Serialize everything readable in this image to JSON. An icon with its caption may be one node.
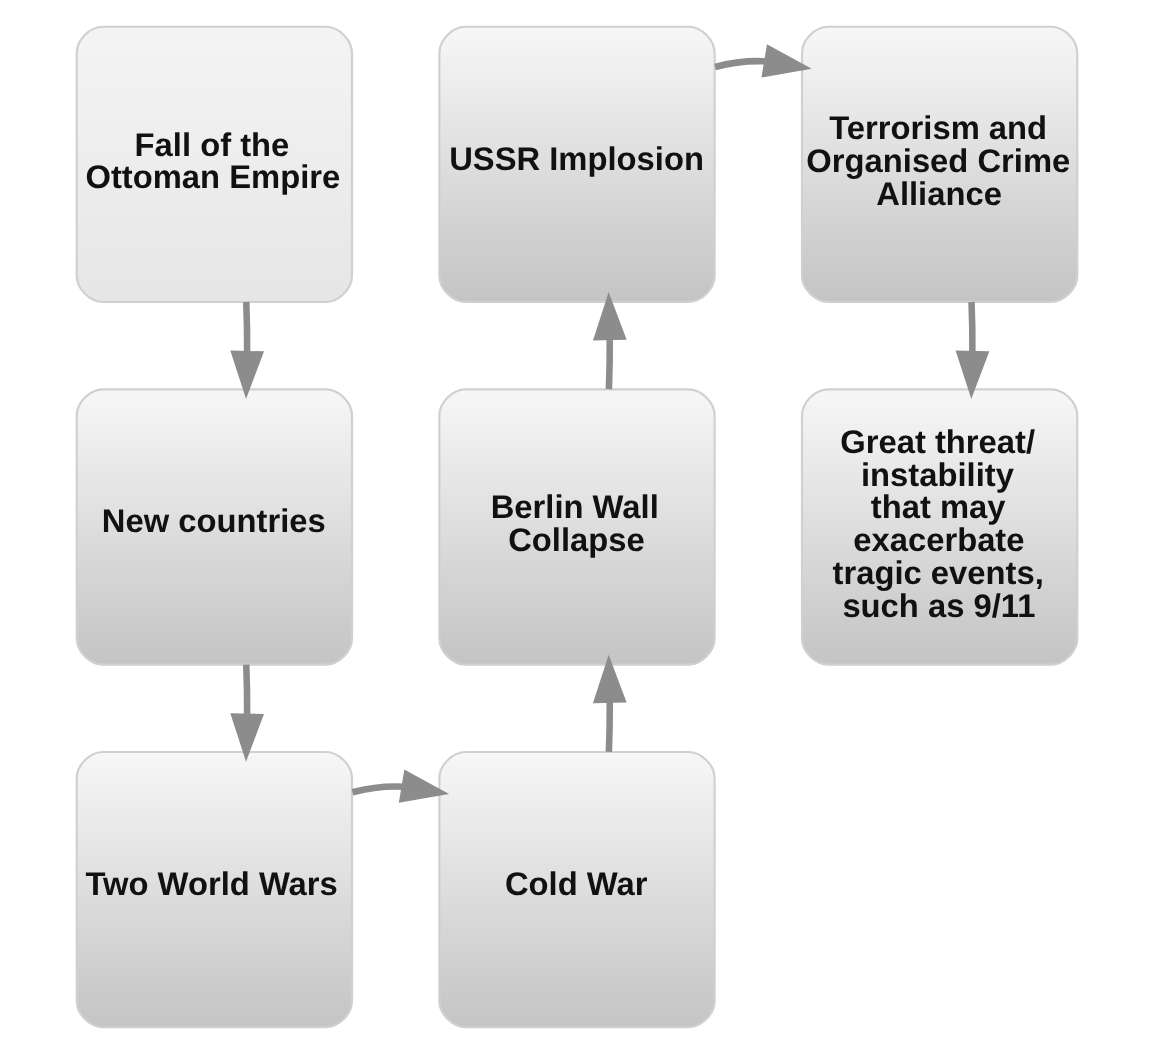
{
  "diagram": {
    "nodes": [
      {
        "text": [
          "Fall of the Ottoman Empire"
        ]
      },
      {
        "text": [
          "New countries"
        ]
      },
      {
        "text": [
          "Two World Wars"
        ]
      },
      {
        "text": [
          "Cold War"
        ]
      },
      {
        "text": [
          "Berlin Wall Collapse"
        ]
      },
      {
        "text": [
          "USSR Implosion"
        ]
      },
      {
        "text": [
          "Terrorism and Organised Crime Alliance"
        ]
      },
      {
        "text": [
          "Great threat/ instability that may exacerbate tragic events, such as 9/11"
        ]
      }
    ],
    "edges": [
      {
        "from": 0,
        "to": 1,
        "arrow": "to"
      },
      {
        "from": 1,
        "to": 2,
        "arrow": "to"
      },
      {
        "from": 2,
        "to": 3,
        "arrow": "to"
      },
      {
        "from": 3,
        "to": 4,
        "arrow": "to"
      },
      {
        "from": 4,
        "to": 5,
        "arrow": "to"
      },
      {
        "from": 5,
        "to": 6,
        "arrow": "to"
      },
      {
        "from": 6,
        "to": 7,
        "arrow": "to"
      }
    ]
  }
}
